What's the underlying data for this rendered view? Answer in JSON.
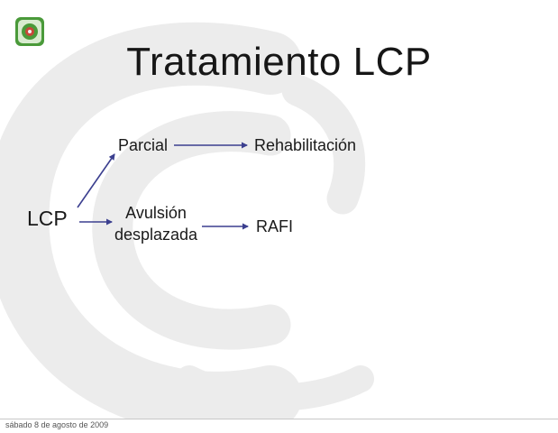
{
  "slide": {
    "title": "Tratamiento LCP",
    "nodes": {
      "lcp": "LCP",
      "parcial": "Parcial",
      "rehabilitacion": "Rehabilitación",
      "avulsion_line1": "Avulsión",
      "avulsion_line2": "desplazada",
      "rafi": "RAFI"
    }
  },
  "footer": {
    "date": "sábado 8 de agosto de 2009"
  },
  "colors": {
    "arrow": "#3b3f8f",
    "watermark": "#ececec",
    "logo_green": "#4a9a3a"
  },
  "icons": {
    "logo": "logo-icon",
    "watermark": "watermark-swirl-icon"
  }
}
